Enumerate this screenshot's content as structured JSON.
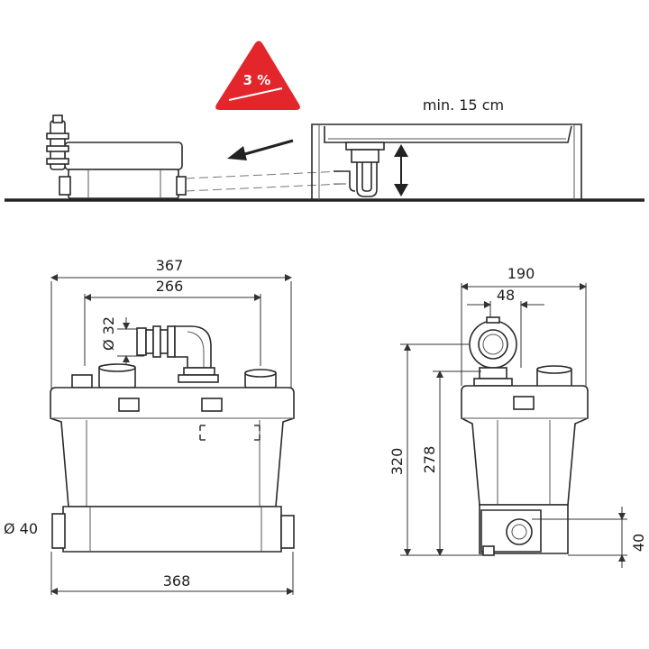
{
  "slope_badge": {
    "text": "3 %",
    "color": "#e3262b"
  },
  "clearance_label": "min. 15 cm",
  "front_view": {
    "width_total": "367",
    "width_outlets": "266",
    "inlet_diameter": "Ø 32",
    "outlet_diameter": "Ø 40",
    "base_width": "368"
  },
  "side_view": {
    "depth_total": "190",
    "outlet_offset": "48",
    "height_total": "320",
    "height_body": "278",
    "inlet_height": "40"
  },
  "icons": [
    "arrow-left-icon",
    "double-arrow-vertical-icon",
    "warning-triangle-icon"
  ]
}
